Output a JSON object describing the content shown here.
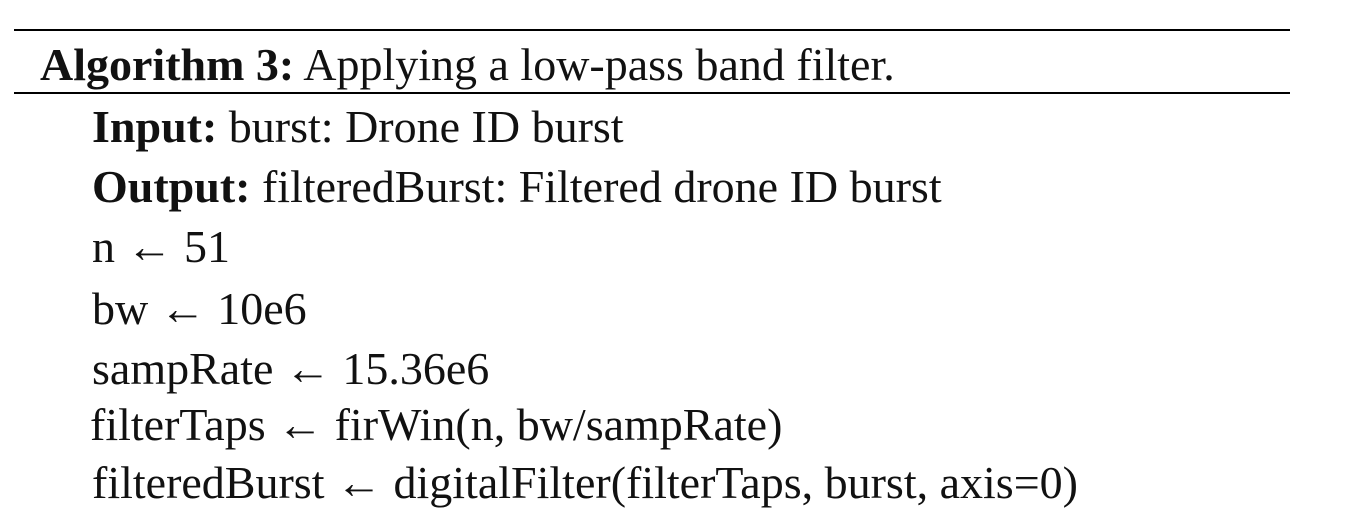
{
  "algorithm": {
    "label": "Algorithm 3:",
    "title": "Applying a low-pass band filter.",
    "input": {
      "keyword": "Input:",
      "text": "burst: Drone ID burst"
    },
    "output": {
      "keyword": "Output:",
      "text": "filteredBurst: Filtered drone ID burst"
    },
    "steps": [
      "n ← 51",
      "bw ← 10e6",
      "sampRate ← 15.36e6",
      "filterTaps ← firWin(n, bw/sampRate)",
      "filteredBurst ← digitalFilter(filterTaps, burst, axis=0)"
    ]
  }
}
